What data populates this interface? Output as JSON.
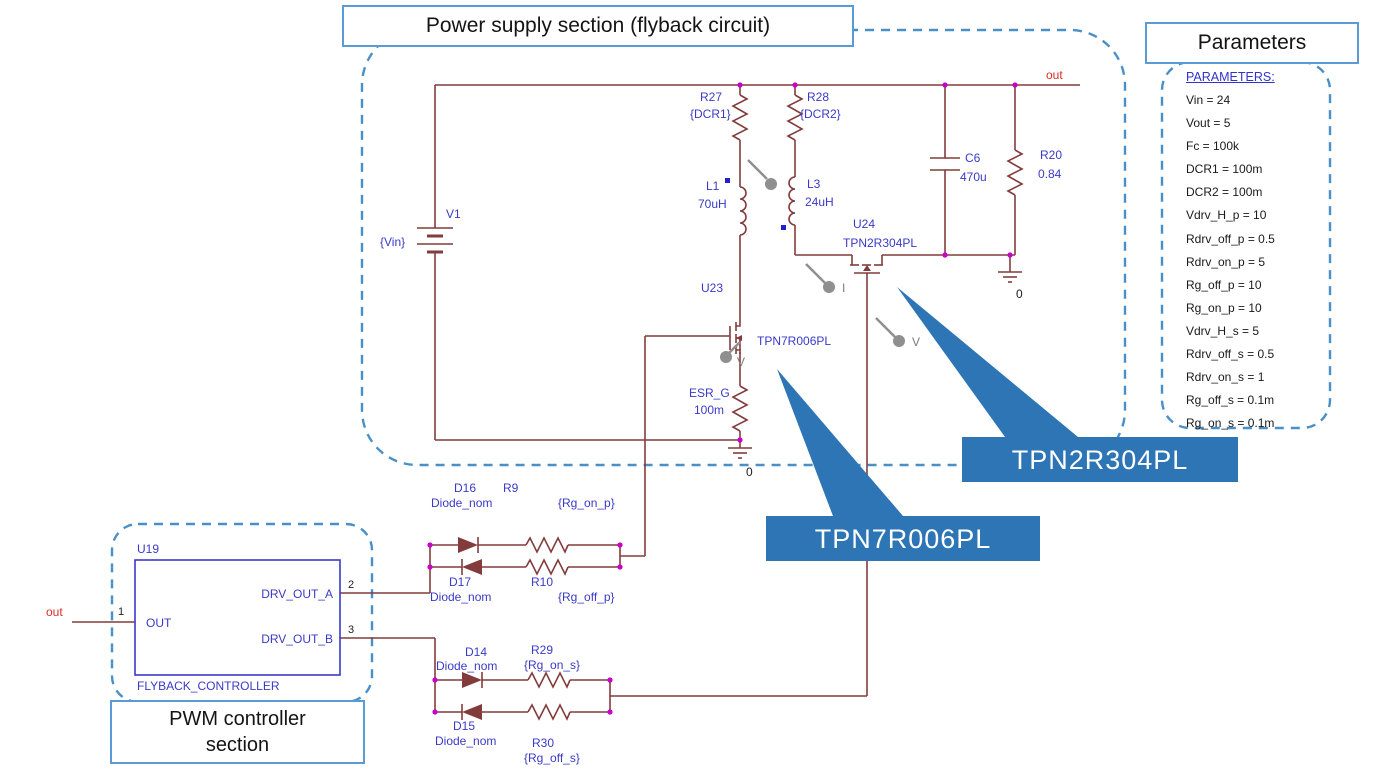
{
  "titles": {
    "power_supply": "Power supply section (flyback circuit)",
    "parameters": "Parameters",
    "pwm": "PWM controller section"
  },
  "parameters_panel": {
    "header": "PARAMETERS:",
    "items": [
      "Vin = 24",
      "Vout = 5",
      "Fc = 100k",
      "DCR1 = 100m",
      "DCR2 = 100m",
      "Vdrv_H_p = 10",
      "Rdrv_off_p = 0.5",
      "Rdrv_on_p = 5",
      "Rg_off_p = 10",
      "Rg_on_p = 10",
      "Vdrv_H_s = 5",
      "Rdrv_off_s = 0.5",
      "Rdrv_on_s = 1",
      "Rg_off_s = 0.1m",
      "Rg_on_s = 0.1m"
    ]
  },
  "callouts": {
    "u24": "TPN2R304PL",
    "u23": "TPN7R006PL"
  },
  "schematic": {
    "nets": {
      "out_top": "out",
      "out_controller": "out",
      "gnd_left": "0",
      "gnd_right": "0"
    },
    "components": {
      "v1": {
        "ref": "V1",
        "value": "{Vin}"
      },
      "r27": {
        "ref": "R27",
        "value": "{DCR1}"
      },
      "r28": {
        "ref": "R28",
        "value": "{DCR2}"
      },
      "l1": {
        "ref": "L1",
        "value": "70uH"
      },
      "l3": {
        "ref": "L3",
        "value": "24uH"
      },
      "u23": {
        "ref": "U23",
        "value": "TPN7R006PL"
      },
      "u24": {
        "ref": "U24",
        "value": "TPN2R304PL"
      },
      "c6": {
        "ref": "C6",
        "value": "470u"
      },
      "r20": {
        "ref": "R20",
        "value": "0.84"
      },
      "esr_g": {
        "ref": "ESR_G",
        "value": "100m"
      },
      "d16": {
        "ref": "D16",
        "value": "Diode_nom"
      },
      "r9": {
        "ref": "R9",
        "value": "{Rg_on_p}"
      },
      "d17": {
        "ref": "D17",
        "value": "Diode_nom"
      },
      "r10": {
        "ref": "R10",
        "value": "{Rg_off_p}"
      },
      "d14": {
        "ref": "D14",
        "value": "Diode_nom"
      },
      "r29": {
        "ref": "R29",
        "value": "{Rg_on_s}"
      },
      "d15": {
        "ref": "D15",
        "value": "Diode_nom"
      },
      "r30": {
        "ref": "R30",
        "value": "{Rg_off_s}"
      }
    },
    "controller": {
      "ref": "U19",
      "part": "FLYBACK_CONTROLLER",
      "pin_out": "OUT",
      "pin_a": "DRV_OUT_A",
      "pin_b": "DRV_OUT_B",
      "num_1": "1",
      "num_2": "2",
      "num_3": "3"
    },
    "probes": {
      "current": "I",
      "voltage_gate": "V",
      "voltage_source": "V"
    }
  },
  "colors": {
    "wire": "#823C3C",
    "label_blue": "#3A3AC8",
    "net_red": "#D93025",
    "dashed_box_blue": "#4A90C8",
    "title_border_blue": "#5B9BD5",
    "callout_fill": "#2E75B6",
    "junction_magenta": "#C800C8",
    "probe_gray": "#8F8F8F"
  }
}
